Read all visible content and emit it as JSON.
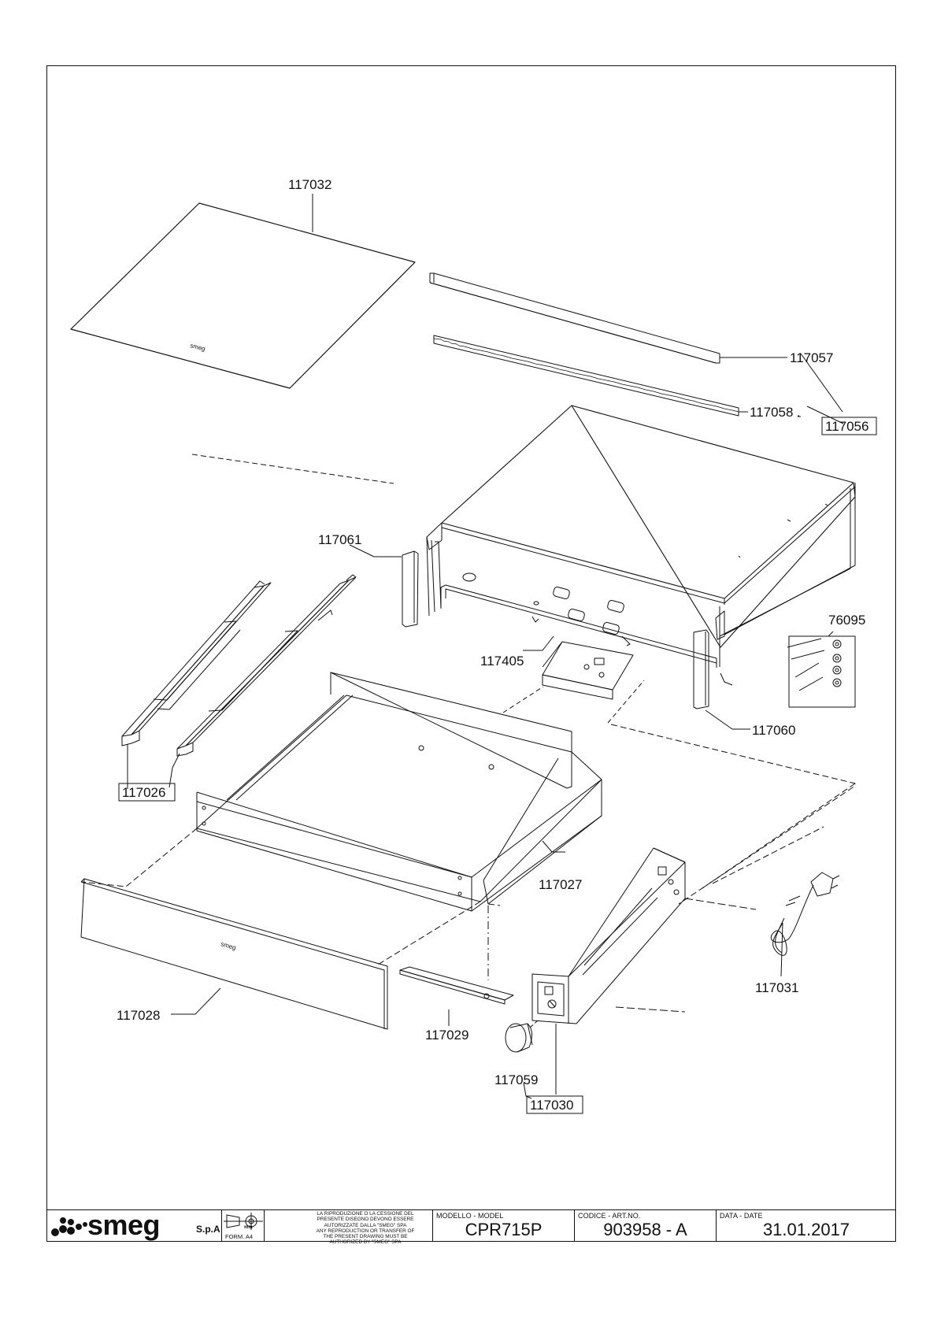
{
  "parts": [
    {
      "id": "p-117032",
      "label": "117032",
      "boxed": false
    },
    {
      "id": "p-117057",
      "label": "117057",
      "boxed": false
    },
    {
      "id": "p-117058",
      "label": "117058",
      "boxed": false
    },
    {
      "id": "p-117056",
      "label": "117056",
      "boxed": true
    },
    {
      "id": "p-117061",
      "label": "117061",
      "boxed": false
    },
    {
      "id": "p-76095",
      "label": "76095",
      "boxed": false
    },
    {
      "id": "p-117405",
      "label": "117405",
      "boxed": false
    },
    {
      "id": "p-117060",
      "label": "117060",
      "boxed": false
    },
    {
      "id": "p-117026",
      "label": "117026",
      "boxed": true
    },
    {
      "id": "p-117027",
      "label": "117027",
      "boxed": false
    },
    {
      "id": "p-117031",
      "label": "117031",
      "boxed": false
    },
    {
      "id": "p-117028",
      "label": "117028",
      "boxed": false
    },
    {
      "id": "p-117029",
      "label": "117029",
      "boxed": false
    },
    {
      "id": "p-117059",
      "label": "117059",
      "boxed": false
    },
    {
      "id": "p-117030",
      "label": "117030",
      "boxed": true
    }
  ],
  "title_block": {
    "company": "smeg",
    "company_suffix": "S.p.A",
    "projection_unit": "mm",
    "form": "FORM. A4",
    "notice_it": "LA RIPRODUZIONE O LA CESSIONE DEL PRESENTE DISEGNO DEVONO ESSERE AUTORIZZATE DALLA \"SMEG\" SPA",
    "notice_en": "ANY REPRODUCTION OR TRANSFER OF THE PRESENT DRAWING MUST BE AUTHORIZED BY \"SMEG\" SPA",
    "model_label": "MODELLO - MODEL",
    "model_value": "CPR715P",
    "code_label": "CODICE - ART.NO.",
    "code_value": "903958 - A",
    "date_label": "DATA - DATE",
    "date_value": "31.01.2017"
  },
  "panel_marks": {
    "glass_top_logo": "smeg",
    "front_logo": "smeg"
  },
  "colors": {
    "line": "#111111",
    "background": "#ffffff"
  }
}
